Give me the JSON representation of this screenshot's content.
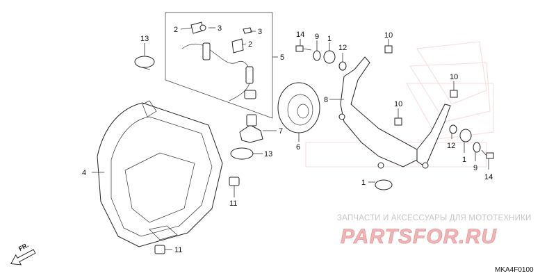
{
  "callouts": [
    {
      "id": "c4",
      "text": "4"
    },
    {
      "id": "c13a",
      "text": "13"
    },
    {
      "id": "c2a",
      "text": "2"
    },
    {
      "id": "c3a",
      "text": "3"
    },
    {
      "id": "c3b",
      "text": "3"
    },
    {
      "id": "c2b",
      "text": "2"
    },
    {
      "id": "c5",
      "text": "5"
    },
    {
      "id": "c7",
      "text": "7"
    },
    {
      "id": "c13b",
      "text": "13"
    },
    {
      "id": "c6",
      "text": "6"
    },
    {
      "id": "c11a",
      "text": "11"
    },
    {
      "id": "c11b",
      "text": "11"
    },
    {
      "id": "c14a",
      "text": "14"
    },
    {
      "id": "c9a",
      "text": "9"
    },
    {
      "id": "c1a",
      "text": "1"
    },
    {
      "id": "c12a",
      "text": "12"
    },
    {
      "id": "c10a",
      "text": "10"
    },
    {
      "id": "c8",
      "text": "8"
    },
    {
      "id": "c10b",
      "text": "10"
    },
    {
      "id": "c10c",
      "text": "10"
    },
    {
      "id": "c12b",
      "text": "12"
    },
    {
      "id": "c1b",
      "text": "1"
    },
    {
      "id": "c9b",
      "text": "9"
    },
    {
      "id": "c14b",
      "text": "14"
    },
    {
      "id": "c1c",
      "text": "1"
    }
  ],
  "front_indicator": "FR.",
  "diagram_code": "MKA4F0100",
  "watermark": {
    "caption": "ЗАПЧАСТИ И АКСЕССУАРЫ ДЛЯ МОТОТЕХНИКИ",
    "logo": "PARTSFOR.RU"
  },
  "colors": {
    "line": "#222222",
    "watermark_logo": "#f0b4b4",
    "watermark_text": "#c7c7c7"
  }
}
